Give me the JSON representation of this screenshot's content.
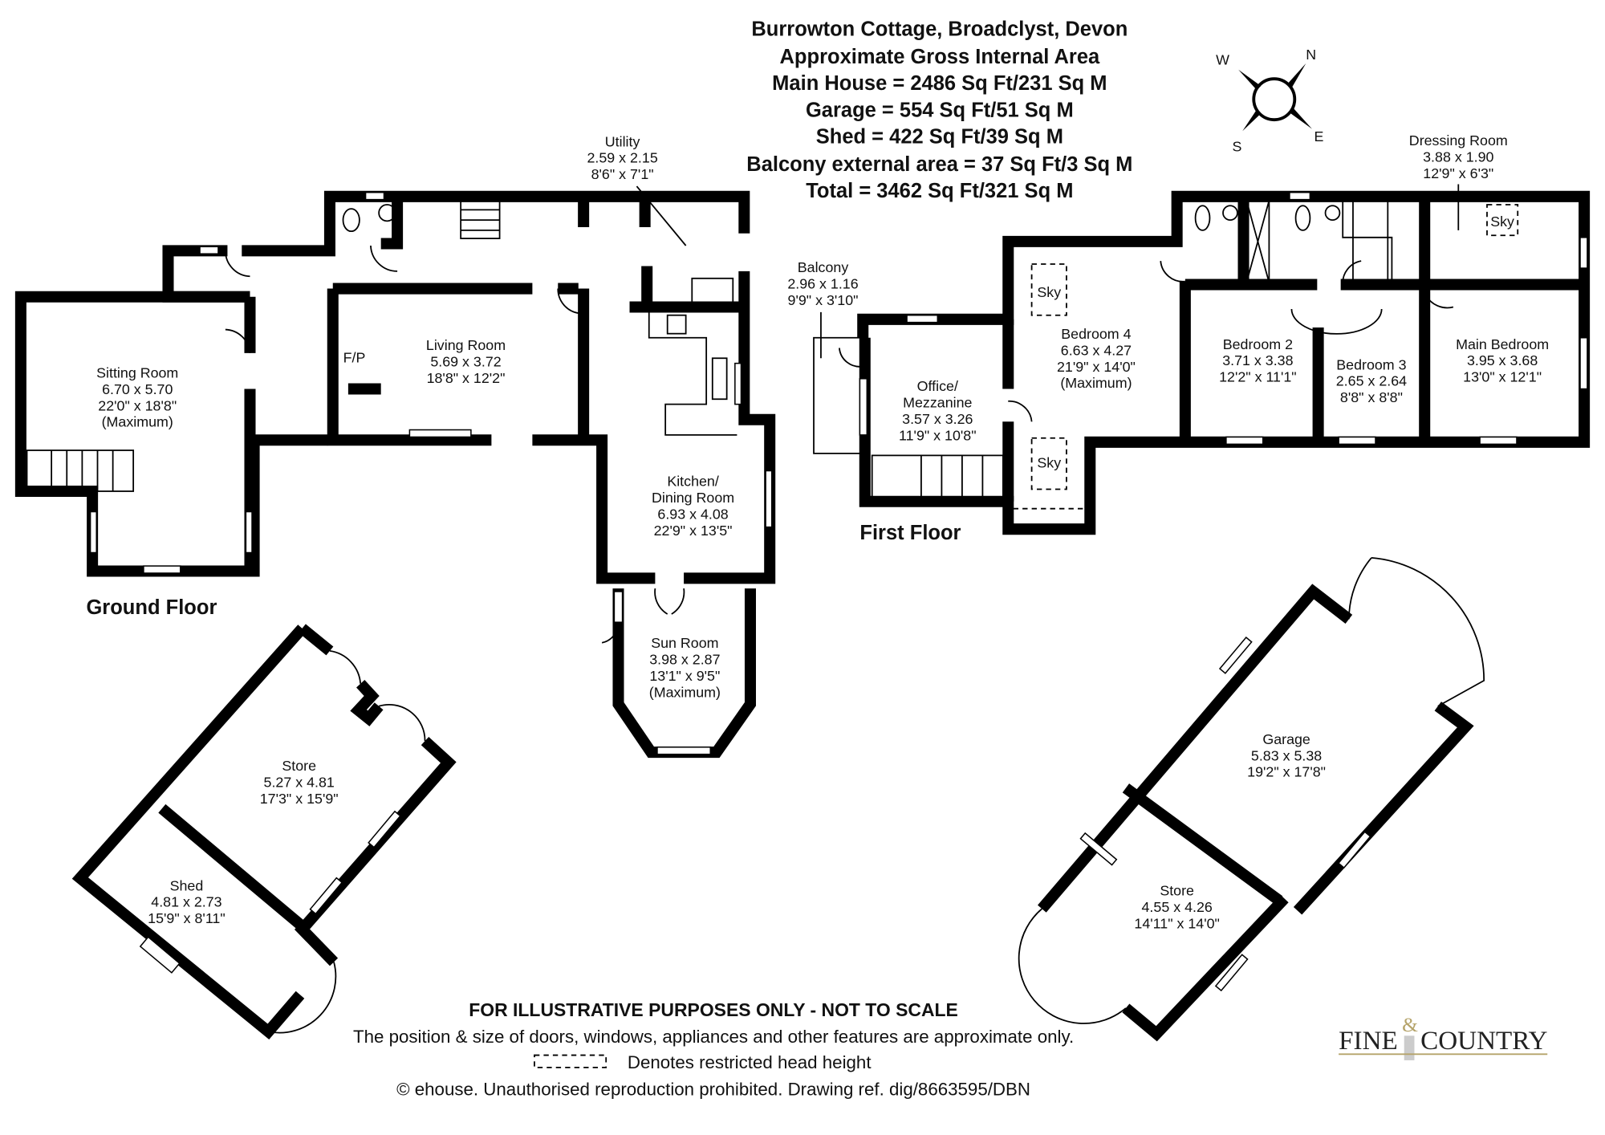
{
  "header": {
    "lines": [
      "Burrowton Cottage, Broadclyst, Devon",
      "Approximate Gross Internal Area",
      "Main House = 2486 Sq Ft/231 Sq M",
      "Garage = 554 Sq Ft/51 Sq M",
      "Shed = 422 Sq Ft/39 Sq M",
      "Balcony external area = 37 Sq Ft/3 Sq M",
      "Total = 3462 Sq Ft/321 Sq M"
    ]
  },
  "compass": {
    "w": "W",
    "n": "N",
    "s": "S",
    "e": "E"
  },
  "floors": {
    "ground": "Ground Floor",
    "first": "First Floor"
  },
  "rooms": {
    "utility": [
      "Utility",
      "2.59 x 2.15",
      "8'6\" x 7'1\""
    ],
    "sitting": [
      "Sitting Room",
      "6.70 x 5.70",
      "22'0\" x 18'8\"",
      "(Maximum)"
    ],
    "living": [
      "Living Room",
      "5.69 x 3.72",
      "18'8\" x 12'2\""
    ],
    "kitchen": [
      "Kitchen/",
      "Dining Room",
      "6.93 x 4.08",
      "22'9\" x 13'5\""
    ],
    "sun": [
      "Sun Room",
      "3.98 x 2.87",
      "13'1\" x 9'5\"",
      "(Maximum)"
    ],
    "store1": [
      "Store",
      "5.27 x 4.81",
      "17'3\" x 15'9\""
    ],
    "shed": [
      "Shed",
      "4.81 x 2.73",
      "15'9\" x 8'11\""
    ],
    "balcony": [
      "Balcony",
      "2.96 x 1.16",
      "9'9\" x 3'10\""
    ],
    "office": [
      "Office/",
      "Mezzanine",
      "3.57 x 3.26",
      "11'9\" x 10'8\""
    ],
    "bed4": [
      "Bedroom 4",
      "6.63 x 4.27",
      "21'9\" x 14'0\"",
      "(Maximum)"
    ],
    "bed2": [
      "Bedroom 2",
      "3.71 x 3.38",
      "12'2\" x 11'1\""
    ],
    "bed3": [
      "Bedroom 3",
      "2.65 x 2.64",
      "8'8\" x 8'8\""
    ],
    "main": [
      "Main Bedroom",
      "3.95 x 3.68",
      "13'0\" x 12'1\""
    ],
    "dressing": [
      "Dressing Room",
      "3.88 x 1.90",
      "12'9\" x 6'3\""
    ],
    "garage": [
      "Garage",
      "5.83 x 5.38",
      "19'2\" x 17'8\""
    ],
    "store2": [
      "Store",
      "4.55 x 4.26",
      "14'11\" x 14'0\""
    ]
  },
  "labels": {
    "fp": "F/P",
    "sky": "Sky"
  },
  "footer": {
    "disclaimer": "FOR ILLUSTRATIVE PURPOSES ONLY - NOT TO SCALE",
    "approx": "The position & size of doors, windows, appliances and other features are approximate only.",
    "restricted": "Denotes restricted head height",
    "copyright": "© ehouse. Unauthorised reproduction prohibited. Drawing ref. dig/8663595/DBN"
  },
  "logo": {
    "fine": "FINE",
    "amp": "&",
    "country": "COUNTRY"
  }
}
